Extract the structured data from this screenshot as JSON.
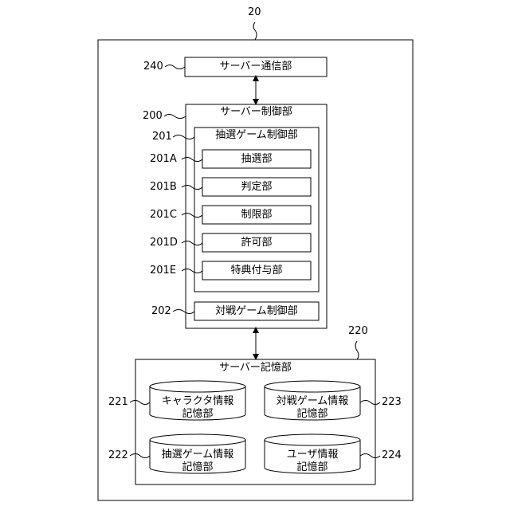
{
  "labels": {
    "device": "20",
    "comm": "240",
    "control": "200",
    "lottery_ctrl": "201",
    "lottery_unit": "201A",
    "judge_unit": "201B",
    "limit_unit": "201C",
    "permit_unit": "201D",
    "bonus_unit": "201E",
    "battle_ctrl": "202",
    "storage": "220",
    "char_store": "221",
    "lottery_store": "222",
    "battle_store": "223",
    "user_store": "224"
  },
  "boxes": {
    "comm": "サーバー通信部",
    "control": "サーバー制御部",
    "lottery_ctrl": "抽選ゲーム制御部",
    "lottery_unit": "抽選部",
    "judge_unit": "判定部",
    "limit_unit": "制限部",
    "permit_unit": "許可部",
    "bonus_unit": "特典付与部",
    "battle_ctrl": "対戦ゲーム制御部",
    "storage": "サーバー記憶部"
  },
  "cylinders": {
    "char_line1": "キャラクタ情報",
    "char_line2": "記憶部",
    "battle_line1": "対戦ゲーム情報",
    "battle_line2": "記憶部",
    "lottery_line1": "抽選ゲーム情報",
    "lottery_line2": "記憶部",
    "user_line1": "ユーザ情報",
    "user_line2": "記憶部"
  }
}
